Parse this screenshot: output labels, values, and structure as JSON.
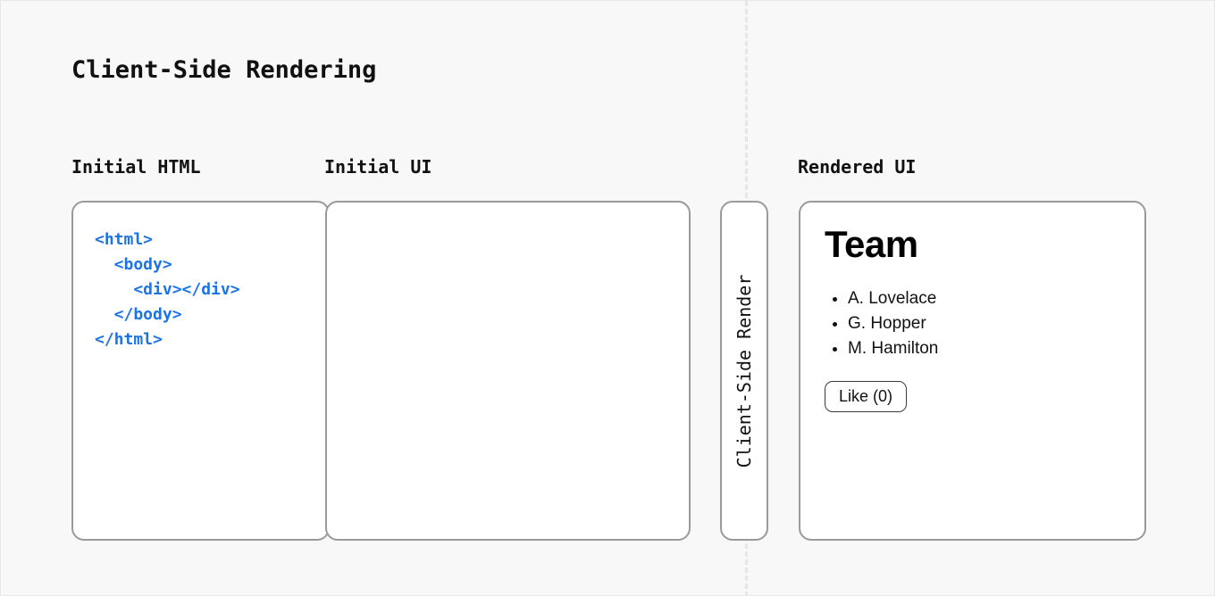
{
  "diagram": {
    "title": "Client-Side Rendering",
    "columns": {
      "initial_html_label": "Initial HTML",
      "initial_ui_label": "Initial UI",
      "rendered_ui_label": "Rendered UI"
    },
    "code_panel": {
      "code": "<html>\n  <body>\n    <div></div>\n  </body>\n</html>",
      "code_color": "#1a73e8"
    },
    "initial_ui_panel": {
      "content": ""
    },
    "transition_strip": {
      "label": "Client-Side Render"
    },
    "rendered_ui_panel": {
      "heading": "Team",
      "list": [
        "A. Lovelace",
        "G. Hopper",
        "M. Hamilton"
      ],
      "button_label": "Like (0)"
    },
    "colors": {
      "background": "#f8f8f8",
      "panel_border": "#9a9a9a",
      "divider": "#e6e6e6",
      "text": "#111111",
      "panel_fill": "#ffffff"
    }
  }
}
